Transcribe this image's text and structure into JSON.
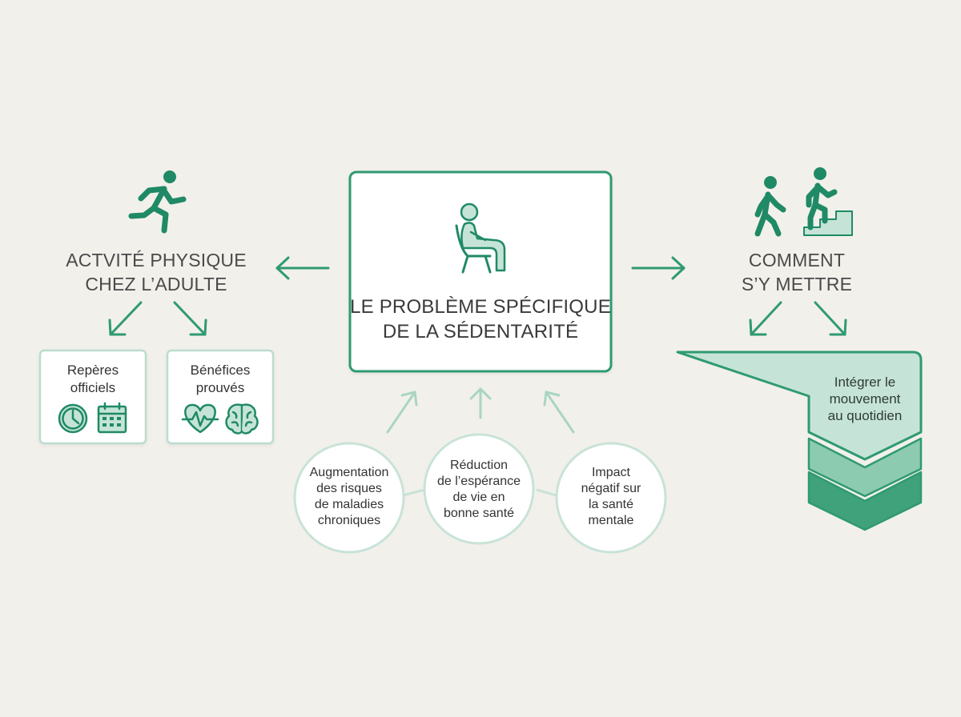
{
  "colors": {
    "primary": "#2f9a72",
    "dark_icon": "#1f8a65",
    "light_fill": "#c5e4d7",
    "mid_fill": "#8ccbb0",
    "pale_stroke": "#bcdccf",
    "card_bg": "#ffffff",
    "page_bg": "#f2f0eb"
  },
  "left": {
    "icon": "running-person-icon",
    "title": "ACTVITÉ PHYSIQUE\nCHEZ L’ADULTE",
    "cards": [
      {
        "label": "Repères\nofficiels",
        "icons": [
          "clock-icon",
          "calendar-icon"
        ]
      },
      {
        "label": "Bénéfices\nprouvés",
        "icons": [
          "heart-pulse-icon",
          "brain-icon"
        ]
      }
    ]
  },
  "center": {
    "icon": "seated-person-icon",
    "title": "LE PROBLÈME SPÉCIFIQUE\nDE LA SÉDENTARITÉ",
    "causes": [
      {
        "label": "Augmentation\ndes risques\nde maladies\nchroniques"
      },
      {
        "label": "Réduction\nde l’espérance\nde vie en\nbonne santé"
      },
      {
        "label": "Impact\nnégatif sur\nla santé\nmentale"
      }
    ]
  },
  "right": {
    "icons": [
      "walking-person-icon",
      "stairs-climbing-icon"
    ],
    "title": "COMMENT\nS’Y METTRE",
    "banner": "Intégrer le\nmouvement\nau quotidien",
    "chevrons": 2
  }
}
